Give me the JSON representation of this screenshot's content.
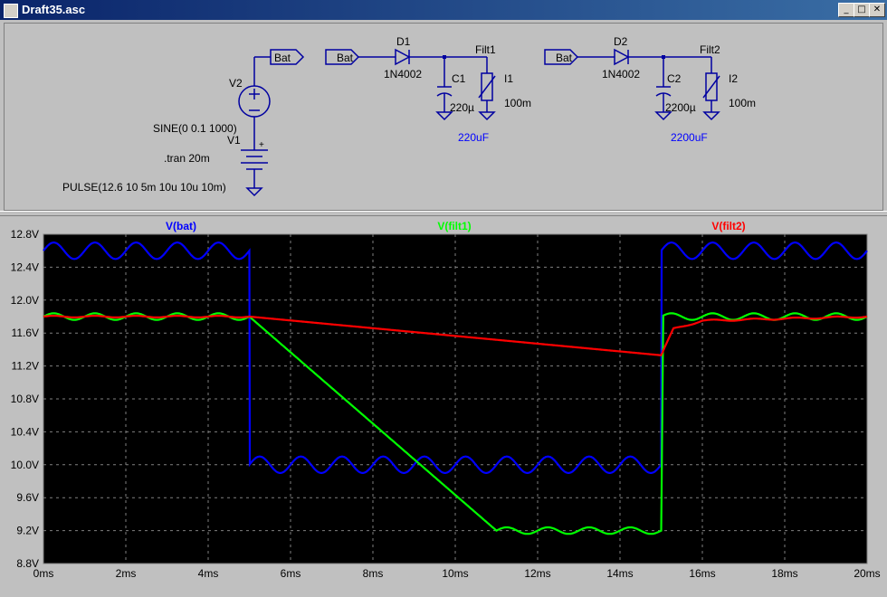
{
  "window": {
    "title": "Draft35.asc",
    "min_glyph": "_",
    "max_glyph": "□",
    "close_glyph": "✕"
  },
  "schematic": {
    "sources": {
      "v2_name": "V2",
      "v2_value": "SINE(0 0.1 1000)",
      "v1_name": "V1",
      "v1_value": "PULSE(12.6 10 5m 10u 10u 10m)",
      "tran": ".tran 20m",
      "v2_label": "Bat"
    },
    "circuit1": {
      "input_label": "Bat",
      "diode_name": "D1",
      "diode_model": "1N4002",
      "node": "Filt1",
      "cap_name": "C1",
      "cap_value": "220µ",
      "load_name": "I1",
      "load_value": "100m",
      "note": "220uF"
    },
    "circuit2": {
      "input_label": "Bat",
      "diode_name": "D2",
      "diode_model": "1N4002",
      "node": "Filt2",
      "cap_name": "C2",
      "cap_value": "2200µ",
      "load_name": "I2",
      "load_value": "100m",
      "note": "2200uF"
    },
    "colors": {
      "wire": "#0000a0",
      "note": "#0000ff",
      "text": "#000000"
    }
  },
  "plot": {
    "legend": [
      {
        "name": "V(bat)",
        "color": "#0000ff"
      },
      {
        "name": "V(filt1)",
        "color": "#00ff00"
      },
      {
        "name": "V(filt2)",
        "color": "#ff0000"
      }
    ],
    "y_tick_labels": [
      "12.8V",
      "12.4V",
      "12.0V",
      "11.6V",
      "11.2V",
      "10.8V",
      "10.4V",
      "10.0V",
      "9.6V",
      "9.2V",
      "8.8V"
    ],
    "x_tick_labels": [
      "0ms",
      "2ms",
      "4ms",
      "6ms",
      "8ms",
      "10ms",
      "12ms",
      "14ms",
      "16ms",
      "18ms",
      "20ms"
    ]
  },
  "chart_data": {
    "type": "line",
    "xlabel": "",
    "ylabel": "",
    "xlim": [
      0,
      20
    ],
    "ylim": [
      8.8,
      12.8
    ],
    "x_unit": "ms",
    "y_unit": "V",
    "grid": true,
    "legend_position": "top",
    "background": "#000000",
    "series": [
      {
        "name": "V(bat)",
        "color": "#0000ff",
        "x": [
          0,
          5,
          5,
          15,
          15,
          20
        ],
        "y": [
          12.6,
          12.6,
          10.0,
          10.0,
          12.6,
          12.6
        ],
        "ripple_amplitude": 0.1,
        "ripple_frequency_hz": 1000
      },
      {
        "name": "V(filt1)",
        "color": "#00ff00",
        "x": [
          0,
          5,
          11,
          15,
          15.05,
          20
        ],
        "y": [
          11.8,
          11.8,
          9.2,
          9.2,
          11.8,
          11.8
        ],
        "ripple_amplitude": 0.04,
        "ripple_frequency_hz": 1000
      },
      {
        "name": "V(filt2)",
        "color": "#ff0000",
        "x": [
          0,
          5,
          15,
          15.3,
          16,
          20
        ],
        "y": [
          11.8,
          11.8,
          11.33,
          11.65,
          11.75,
          11.8
        ],
        "ripple_amplitude": 0.01,
        "ripple_frequency_hz": 1000
      }
    ]
  }
}
